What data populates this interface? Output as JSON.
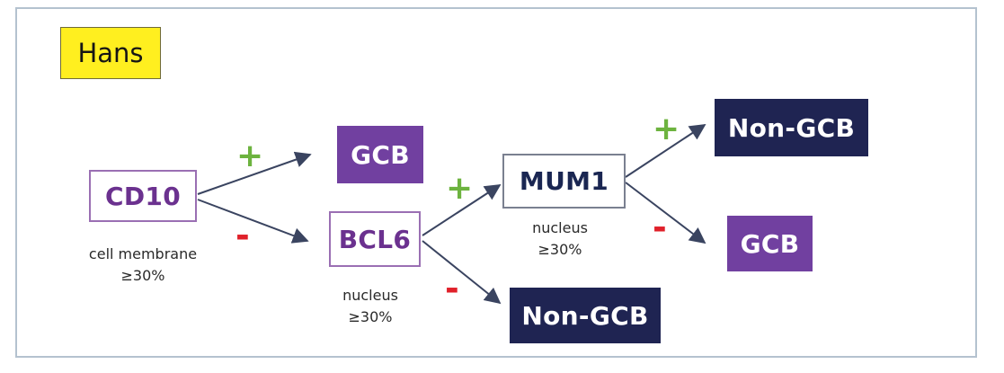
{
  "title": "Hans",
  "nodes": {
    "cd10": {
      "label": "CD10",
      "sublabel": "cell membrane\n≥30%"
    },
    "gcb_top": {
      "label": "GCB"
    },
    "bcl6": {
      "label": "BCL6",
      "sublabel": "nucleus\n≥30%"
    },
    "mum1": {
      "label": "MUM1",
      "sublabel": "nucleus\n≥30%"
    },
    "nongcb_top": {
      "label": "Non-GCB"
    },
    "gcb_right": {
      "label": "GCB"
    },
    "nongcb_bottom": {
      "label": "Non-GCB"
    }
  },
  "signs": {
    "plus": "+",
    "minus": "-"
  },
  "colors": {
    "positive": "#6db33f",
    "negative": "#e0202a",
    "gcb": "#7140a0",
    "non_gcb": "#1f2452",
    "title_bg": "#ffef1f"
  }
}
